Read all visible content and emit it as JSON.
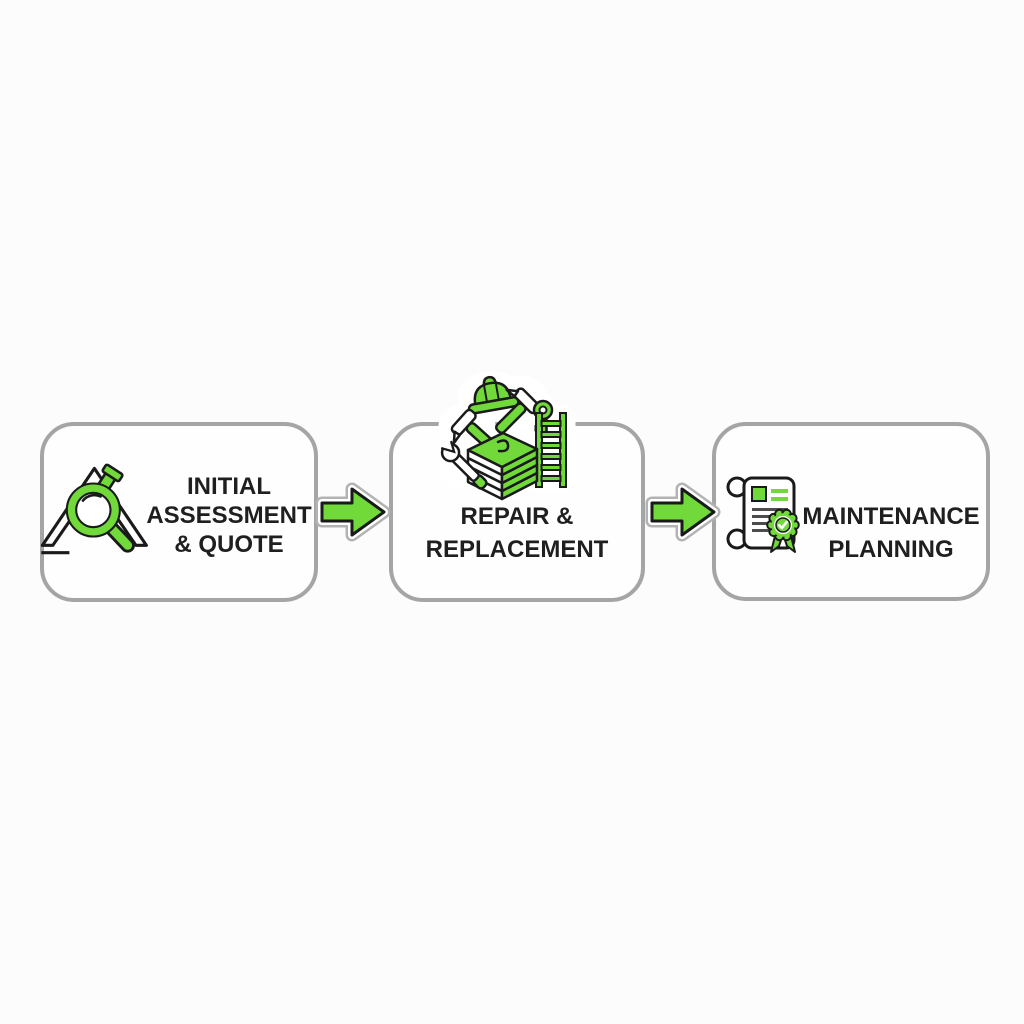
{
  "diagram": {
    "type": "process-flow",
    "direction": "left-to-right",
    "colors": {
      "accent-green": "#72d93a",
      "box-border": "#a5a5a5",
      "box-fill": "#fefefe",
      "label-text": "#1f1f1f",
      "icon-outline": "#1a1a1a",
      "arrow-halo-rim": "#b3b3b3"
    },
    "steps": [
      {
        "label_lines": [
          "INITIAL",
          "ASSESSMENT",
          "& QUOTE"
        ],
        "icon": "roof-inspection-magnifier"
      },
      {
        "label_lines": [
          "REPAIR &",
          "REPLACEMENT"
        ],
        "icon": "construction-tools-cluster"
      },
      {
        "label_lines": [
          "MAINTENANCE",
          "PLANNING"
        ],
        "icon": "plan-scroll-certificate"
      }
    ],
    "connectors": [
      {
        "shape": "arrow-right"
      },
      {
        "shape": "arrow-right"
      }
    ]
  }
}
